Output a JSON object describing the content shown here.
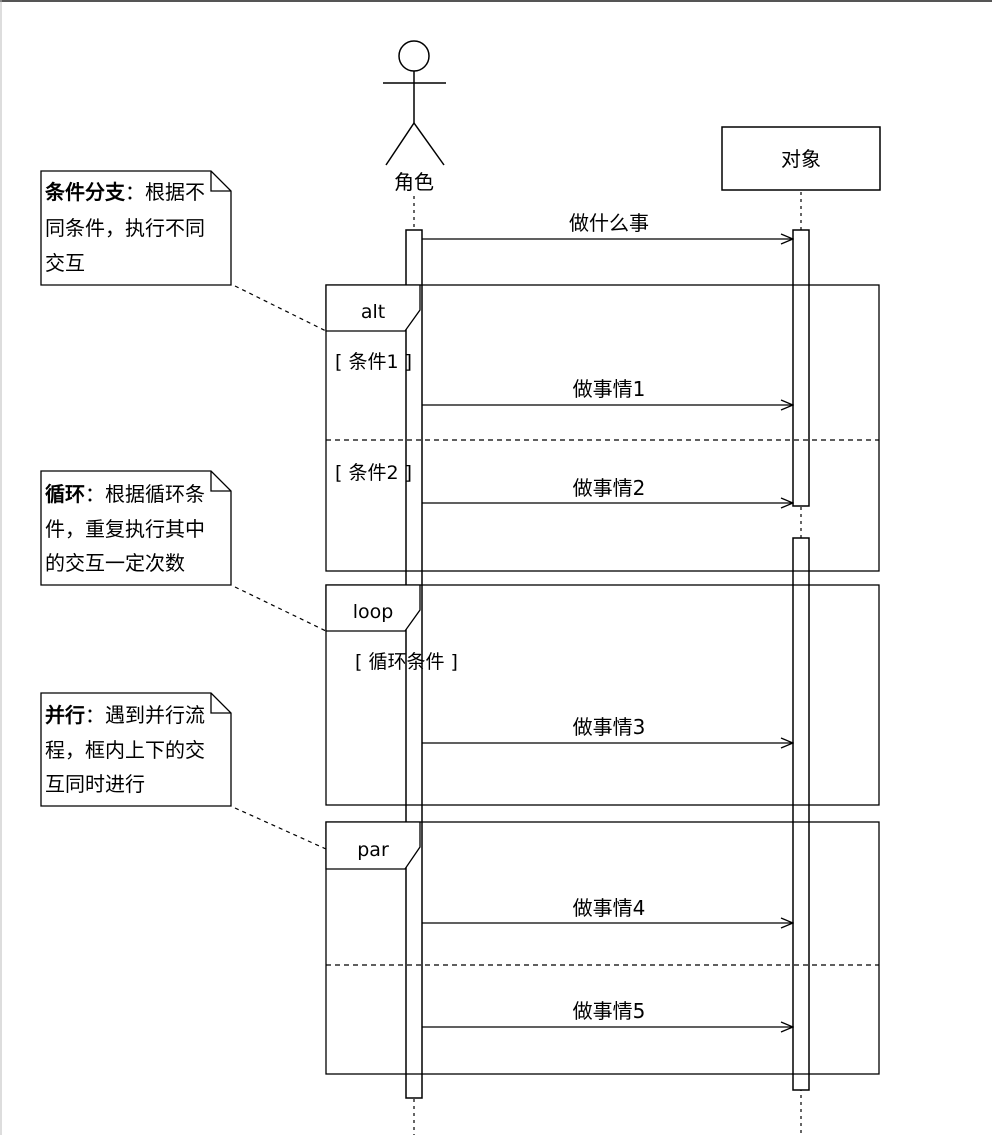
{
  "actor": {
    "label": "角色"
  },
  "object": {
    "label": "对象"
  },
  "messages": {
    "m0": "做什么事",
    "m1": "做事情1",
    "m2": "做事情2",
    "m3": "做事情3",
    "m4": "做事情4",
    "m5": "做事情5"
  },
  "fragments": {
    "alt": {
      "operator": "alt",
      "guard1": "[ 条件1 ]",
      "guard2": "[ 条件2 ]"
    },
    "loop": {
      "operator": "loop",
      "guard": "[ 循环条件 ]"
    },
    "par": {
      "operator": "par"
    }
  },
  "notes": {
    "alt": {
      "keyword": "条件分支",
      "line1_rest": "：根据不",
      "line2": "同条件，执行不同",
      "line3": "交互"
    },
    "loop": {
      "keyword": "循环",
      "line1_rest": "：根据循环条",
      "line2": "件，重复执行其中",
      "line3": "的交互一定次数"
    },
    "par": {
      "keyword": "并行",
      "line1_rest": "：遇到并行流",
      "line2": "程，框内上下的交",
      "line3": "互同时进行"
    }
  }
}
